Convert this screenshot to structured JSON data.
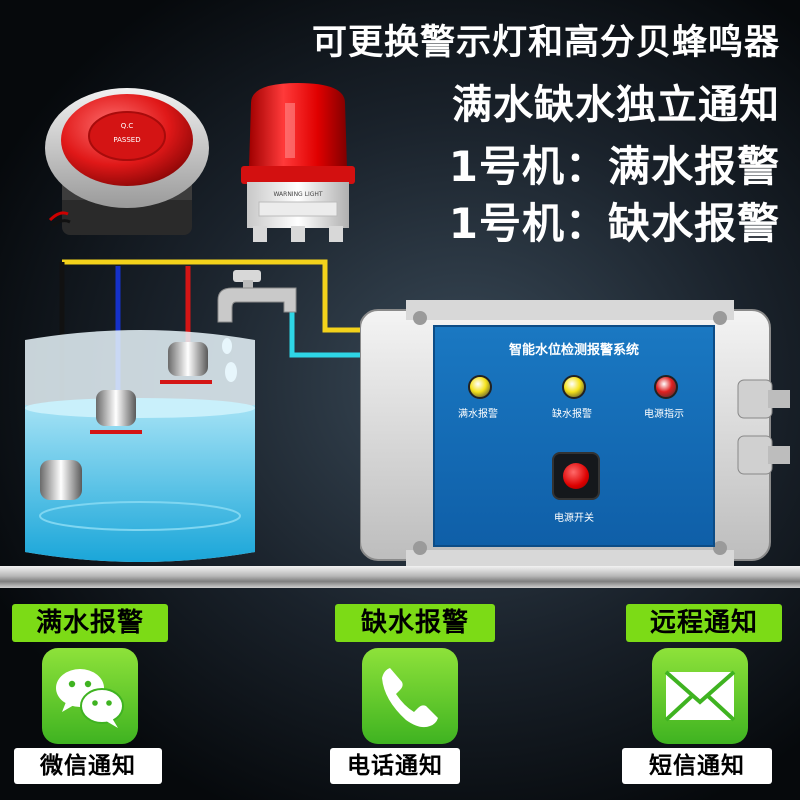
{
  "headlines": {
    "line1": "可更换警示灯和高分贝蜂鸣器",
    "line2": "满水缺水独立通知",
    "line3": "1号机：满水报警",
    "line4": "1号机：缺水报警"
  },
  "siren": {
    "label_line1": "Q.C",
    "label_line2": "PASSED"
  },
  "beacon": {
    "label": "WARNING LIGHT"
  },
  "controller": {
    "title": "智能水位检测报警系统",
    "leds": [
      {
        "label": "满水报警",
        "color": "#f5e21b"
      },
      {
        "label": "缺水报警",
        "color": "#f5e21b"
      },
      {
        "label": "电源指示",
        "color": "#e02020"
      }
    ],
    "power_label": "电源开关"
  },
  "cards": [
    {
      "top": "满水报警",
      "icon": "wechat-icon",
      "bottom": "微信通知"
    },
    {
      "top": "缺水报警",
      "icon": "phone-icon",
      "bottom": "电话通知"
    },
    {
      "top": "远程通知",
      "icon": "envelope-icon",
      "bottom": "短信通知"
    }
  ],
  "colors": {
    "accent_green": "#7cdb16",
    "panel_blue": "#1a78c2",
    "wire_yellow": "#f3d21b",
    "wire_cyan": "#2ed6e6"
  }
}
